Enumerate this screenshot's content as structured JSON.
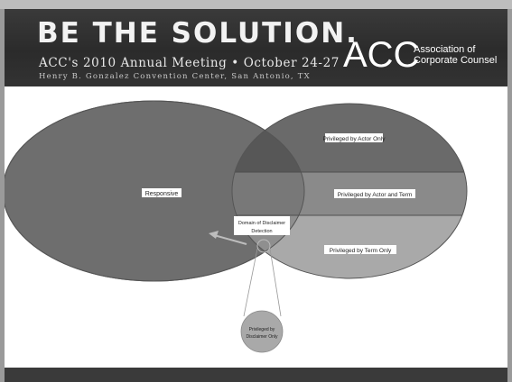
{
  "header": {
    "title": "BE THE SOLUTION.",
    "subtitle": "ACC's 2010 Annual Meeting • October 24-27",
    "venue": "Henry B. Gonzalez Convention Center, San Antonio, TX"
  },
  "logo": {
    "mark": "ACC",
    "line1": "Association of",
    "line2": "Corporate Counsel"
  },
  "diagram": {
    "responsive": "Responsive",
    "actor_only": "Privileged by Actor Only",
    "actor_and_term": "Privileged by Actor and Term",
    "term_only": "Privileged by Term Only",
    "disclaimer_domain_line1": "Domain of Disclaimer",
    "disclaimer_domain_line2": "Detection",
    "disclaimer_only_line1": "Privileged by",
    "disclaimer_only_line2": "Disclaimer Only"
  }
}
